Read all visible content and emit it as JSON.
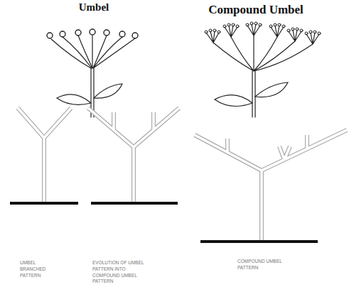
{
  "diagram": {
    "labels": [
      "Umbel",
      "Compound Umbel",
      "UMBEL BRANCHED PATTERN",
      "EVOLUTION OF UMBEL PATTERN INTO COMPOUND UMBEL PATTERN",
      "COMPOUND UMBEL PATTERN"
    ]
  }
}
